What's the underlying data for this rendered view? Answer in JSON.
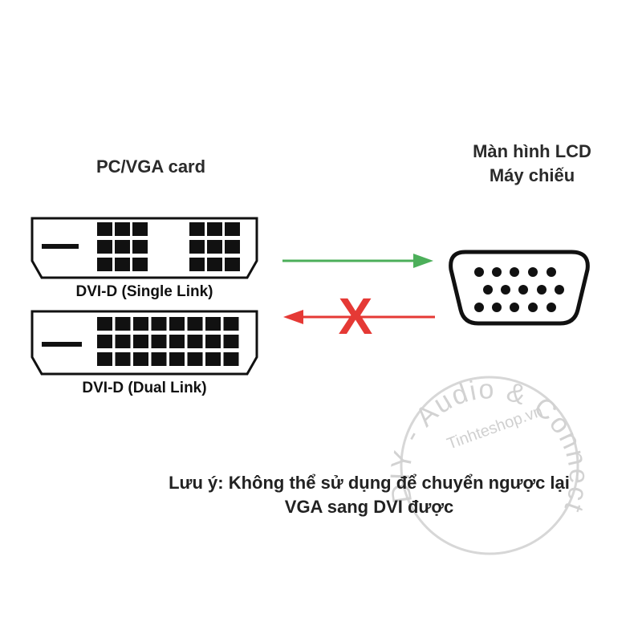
{
  "source_label": "PC/VGA card",
  "target_label_line1": "Màn hình LCD",
  "target_label_line2": "Máy chiếu",
  "connector_single": "DVI-D (Single Link)",
  "connector_dual": "DVI-D (Dual Link)",
  "note_line1": "Lưu ý: Không thể sử dụng để chuyển ngược lại",
  "note_line2": "VGA sang DVI được",
  "watermark_text": "DIY - Audio & Connector",
  "watermark_site": "Tinhteshop.vn",
  "cross_mark": "X",
  "colors": {
    "forward_arrow": "#4caf5a",
    "reverse_arrow": "#e53935",
    "cross": "#e53935",
    "connector": "#111111"
  },
  "icons": [
    "dvi-single-link-icon",
    "dvi-dual-link-icon",
    "vga-port-icon",
    "arrow-right-icon",
    "arrow-left-icon",
    "cross-icon"
  ]
}
